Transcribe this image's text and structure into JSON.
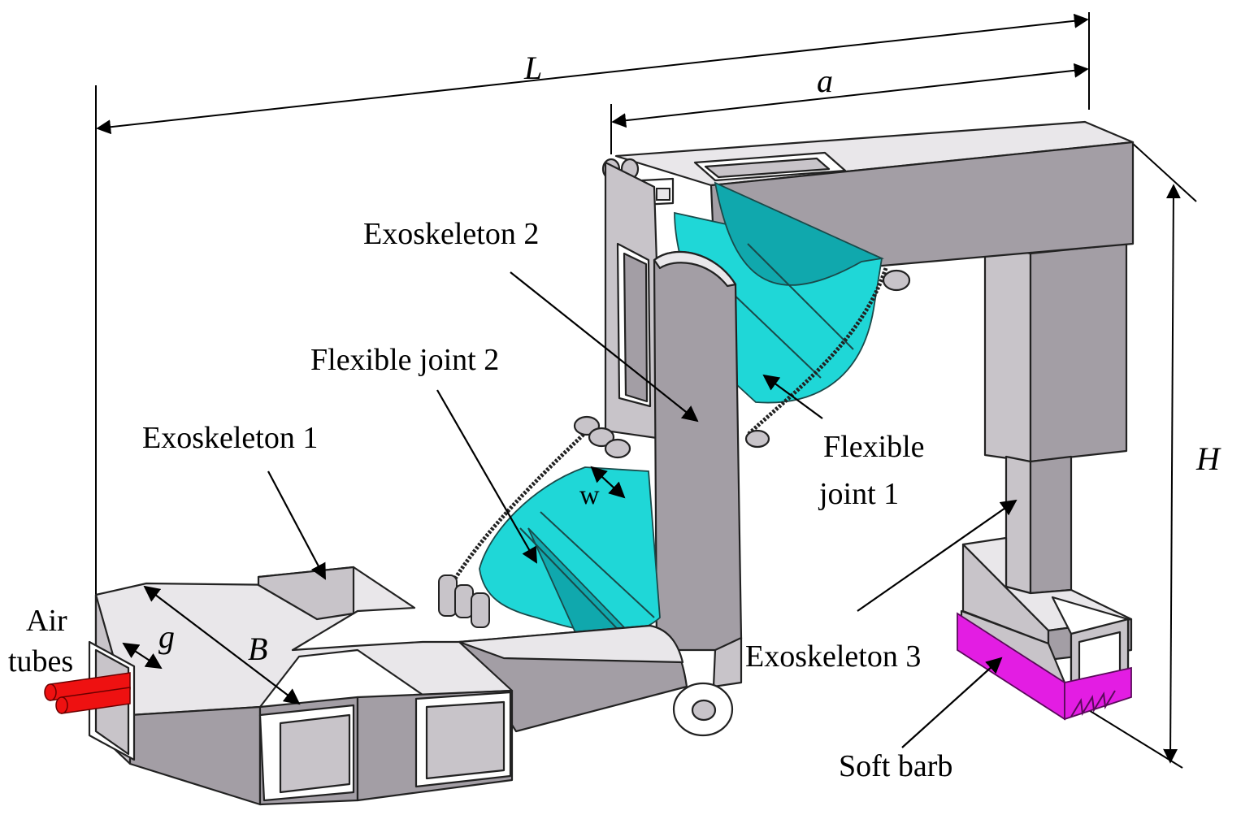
{
  "labels": {
    "exoskeleton_1": "Exoskeleton 1",
    "exoskeleton_2": "Exoskeleton 2",
    "exoskeleton_3": "Exoskeleton 3",
    "flexible_joint_1_line1": "Flexible",
    "flexible_joint_1_line2": "joint 1",
    "flexible_joint_2": "Flexible joint 2",
    "air_tubes_line1": "Air",
    "air_tubes_line2": "tubes",
    "soft_barb": "Soft barb"
  },
  "dimensions": {
    "L": "L",
    "a": "a",
    "H": "H",
    "B": "B",
    "g": "g",
    "w": "w"
  },
  "colors": {
    "exoskeleton": "#a39ea5",
    "flexible_joint": "#1fd7d7",
    "soft_barb": "#e31de3",
    "air_tubes": "#ee1111"
  }
}
